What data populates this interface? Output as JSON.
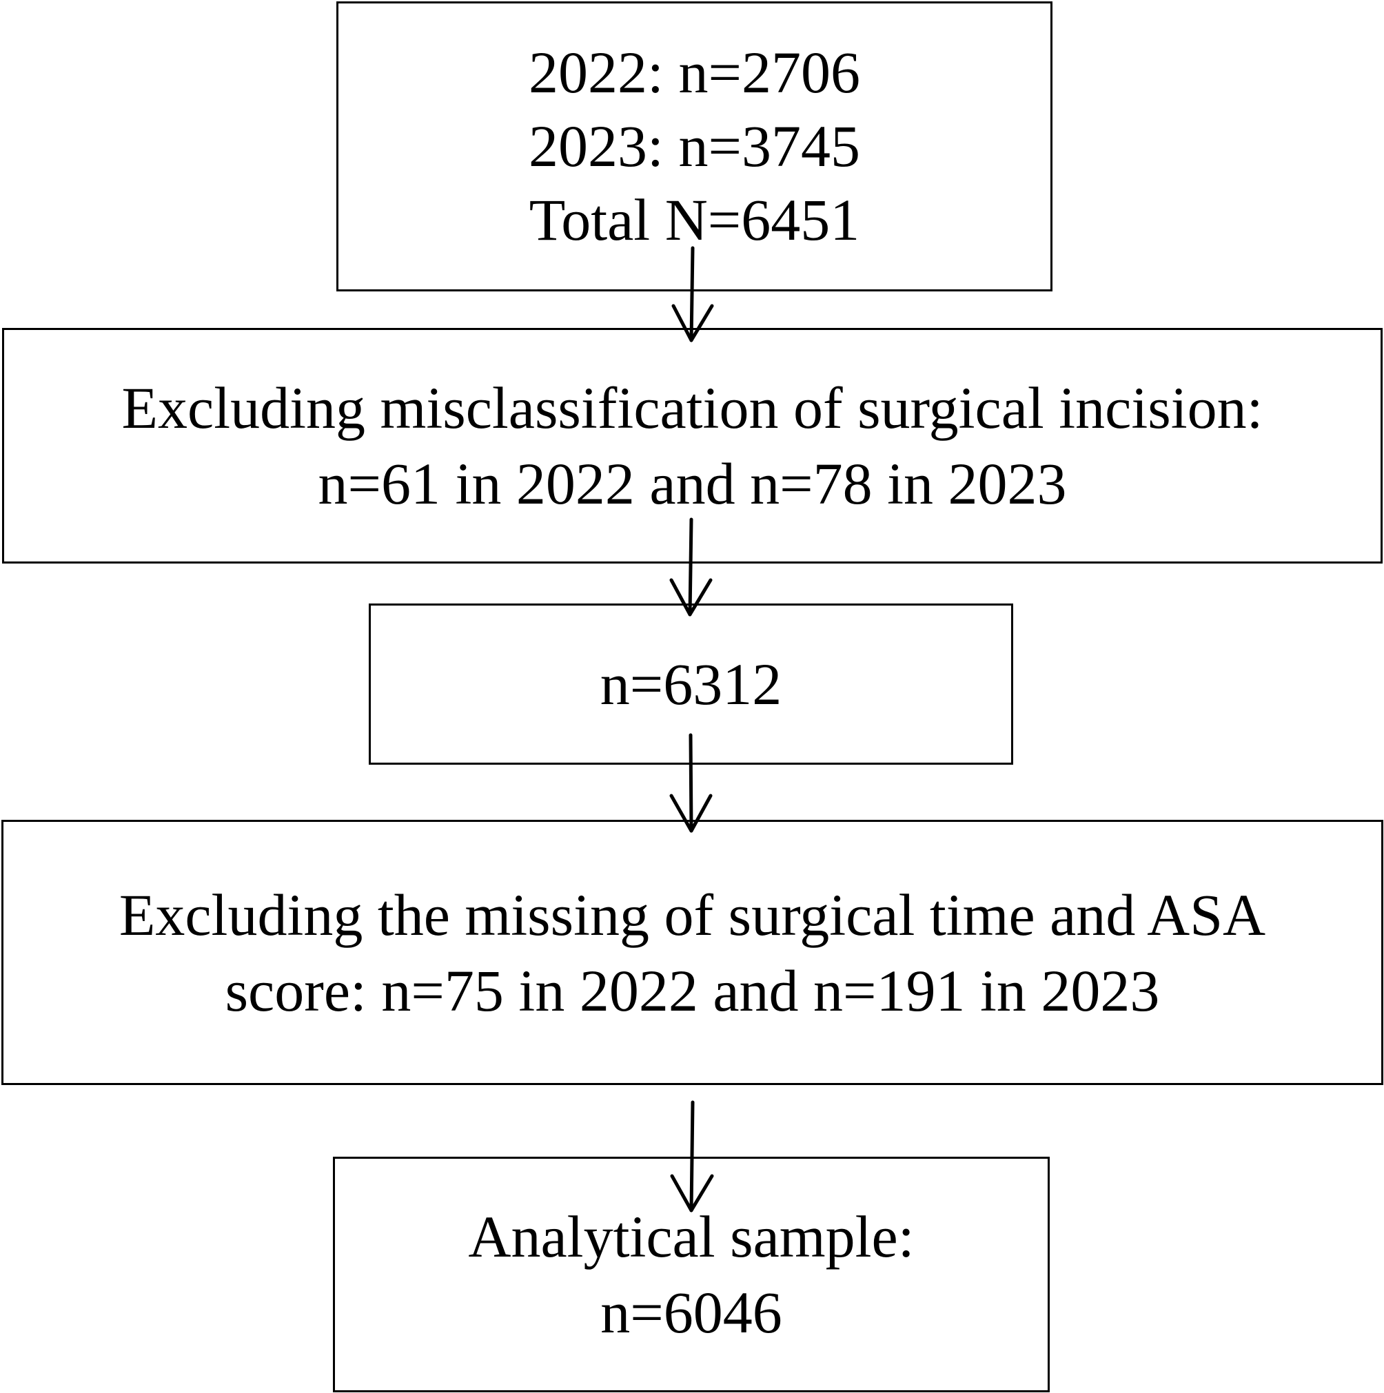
{
  "flowchart": {
    "start": {
      "lines": [
        "2022: n=2706",
        "2023: n=3745",
        "Total N=6451"
      ]
    },
    "exclusion_1": {
      "lines": [
        "Excluding misclassification of surgical incision:",
        "n=61 in 2022 and n=78 in 2023"
      ]
    },
    "intermediate": {
      "lines": [
        "n=6312"
      ]
    },
    "exclusion_2": {
      "lines": [
        "Excluding the missing of surgical time and ASA",
        "score: n=75 in 2022 and n=191 in 2023"
      ]
    },
    "final": {
      "lines": [
        "Analytical sample:",
        "n=6046"
      ]
    }
  },
  "colors": {
    "stroke": "#000000",
    "background": "#ffffff"
  }
}
